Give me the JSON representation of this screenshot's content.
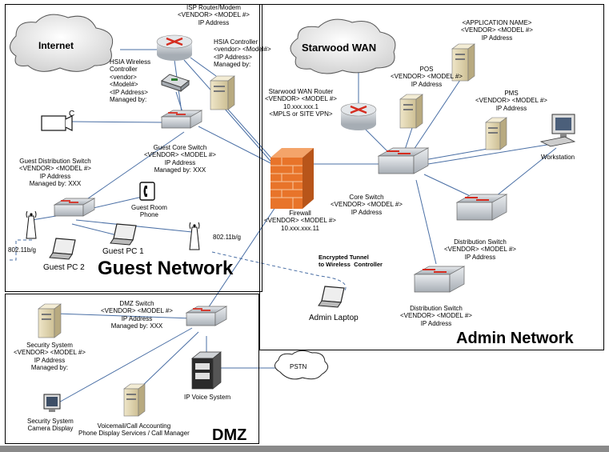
{
  "zones": {
    "guest": {
      "title": "Guest Network"
    },
    "admin": {
      "title": "Admin Network"
    },
    "dmz": {
      "title": "DMZ"
    }
  },
  "clouds": {
    "internet": "Internet",
    "starwood_wan": "Starwood WAN",
    "pstn": "PSTN"
  },
  "labels": {
    "isp_router": "ISP Router/Modem\n<VENDOR> <MODEL #>\nIP Address",
    "hsia_controller": "HSIA Controller\n<vendor> <Model#>\n<IP Address>\nManaged by:",
    "hsia_wireless": "HSIA Wireless\nController\n<vendor>\n<Model#>\n<IP Address>\nManaged by:",
    "guest_core_switch": "Guest Core Switch\n<VENDOR> <MODEL #>\nIP Address\nManaged by: XXX",
    "guest_dist_switch": "Guest Distribution Switch\n<VENDOR> <MODEL #>\nIP Address\nManaged by: XXX",
    "guest_room_phone": "Guest Room\nPhone",
    "wifi_left": "802.11b/g",
    "wifi_right": "802.11b/g",
    "guest_pc1": "Guest PC 1",
    "guest_pc2": "Guest PC 2",
    "camera_c": "C",
    "starwood_router": "Starwood WAN Router\n<VENDOR> <MODEL #>\n10.xxx.xxx.1\n<MPLS or SITE VPN>",
    "pos": "POS\n<VENDOR> <MODEL #>\nIP Address",
    "application": "<APPLICATION NAME>\n<VENDOR> <MODEL #>\nIP Address",
    "pms": "PMS\n<VENDOR> <MODEL #>\nIP Address",
    "workstation": "Workstation",
    "firewall": "Firewall\n<VENDOR> <MODEL #>\n10.xxx.xxx.11",
    "core_switch": "Core Switch\n<VENDOR> <MODEL #>\nIP Address",
    "dist_switch_1": "Distribution Switch\n<VENDOR> <MODEL #>\nIP Address",
    "dist_switch_2": "Distribution Switch\n<VENDOR> <MODEL #>\nIP Address",
    "encrypted_tunnel": "Encrypted Tunnel\nto Wireless  Controller",
    "admin_laptop": "Admin Laptop",
    "dmz_switch": "DMZ Switch\n<VENDOR> <MODEL #>\nIP Address\nManaged by: XXX",
    "security_system": "Security System\n<VENDOR> <MODEL #>\nIP Address\nManaged by:",
    "ip_voice": "IP Voice System",
    "camera_display": "Security System\nCamera Display",
    "voicemail": "Voicemail/Call Accounting\nPhone Display Services / Call Manager"
  },
  "colors": {
    "line": "#4a6fa5",
    "switch_body": "#c8cdd2",
    "router_body": "#d9dcdf",
    "arrow_red": "#d52b1e",
    "firewall": "#e8742a",
    "server_beige": "#e8dcb8",
    "cloud_fill": "#e9e9e9"
  },
  "icons": [
    "router-icon",
    "switch-icon",
    "server-icon",
    "firewall-icon",
    "laptop-icon",
    "phone-icon",
    "antenna-icon",
    "camera-icon",
    "monitor-icon",
    "cloud-icon"
  ]
}
